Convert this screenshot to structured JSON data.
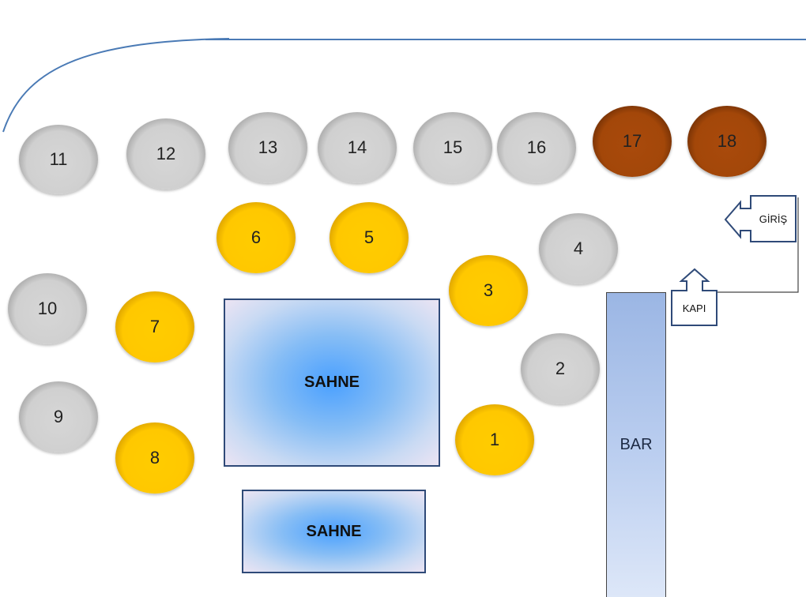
{
  "tables": [
    {
      "id": "11",
      "label": "11",
      "kind": "gray"
    },
    {
      "id": "12",
      "label": "12",
      "kind": "gray"
    },
    {
      "id": "13",
      "label": "13",
      "kind": "gray"
    },
    {
      "id": "14",
      "label": "14",
      "kind": "gray"
    },
    {
      "id": "15",
      "label": "15",
      "kind": "gray"
    },
    {
      "id": "16",
      "label": "16",
      "kind": "gray"
    },
    {
      "id": "17",
      "label": "17",
      "kind": "brown"
    },
    {
      "id": "18",
      "label": "18",
      "kind": "brown"
    },
    {
      "id": "6",
      "label": "6",
      "kind": "gold"
    },
    {
      "id": "5",
      "label": "5",
      "kind": "gold"
    },
    {
      "id": "4",
      "label": "4",
      "kind": "gray"
    },
    {
      "id": "3",
      "label": "3",
      "kind": "gold"
    },
    {
      "id": "10",
      "label": "10",
      "kind": "gray"
    },
    {
      "id": "7",
      "label": "7",
      "kind": "gold"
    },
    {
      "id": "2",
      "label": "2",
      "kind": "gray"
    },
    {
      "id": "9",
      "label": "9",
      "kind": "gray"
    },
    {
      "id": "1",
      "label": "1",
      "kind": "gold"
    },
    {
      "id": "8",
      "label": "8",
      "kind": "gold"
    }
  ],
  "stages": {
    "main": "SAHNE",
    "small": "SAHNE"
  },
  "bar": "BAR",
  "entrance": "GİRİŞ",
  "door": "KAPI",
  "colors": {
    "wall": "#4a7ab5",
    "arrow": "#2f4a78",
    "gray_table": "#d0d0d0",
    "gold_table": "#ffc800",
    "brown_table": "#a34709",
    "stage_center": "#4aa0ff"
  }
}
